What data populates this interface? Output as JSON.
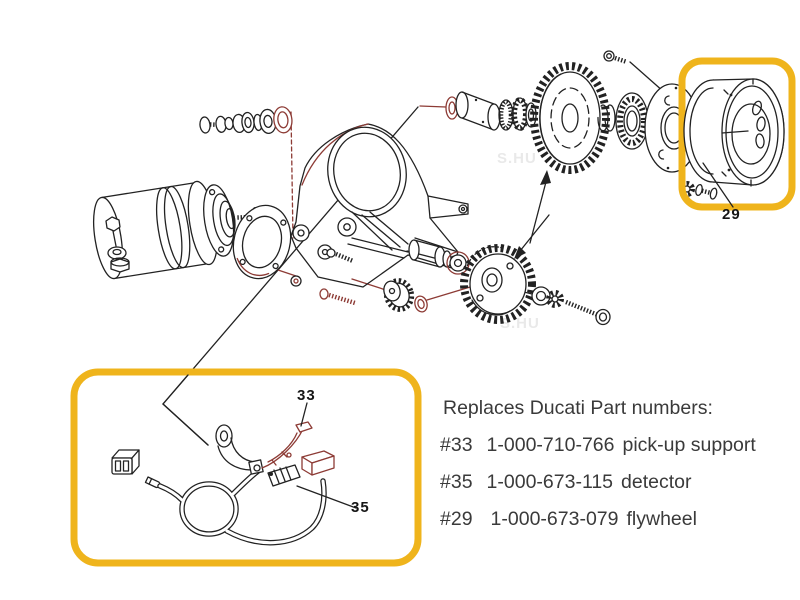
{
  "colors": {
    "highlight_yellow": "#EFB41C",
    "line_black": "#222222",
    "accent_red": "#8D3B35",
    "note_text": "#3A3A3A",
    "background": "#FFFFFF"
  },
  "watermark": {
    "text": "S.HU"
  },
  "callouts": {
    "flywheel": "29",
    "pickup_support": "33",
    "detector": "35"
  },
  "note": {
    "title": "Replaces Ducati Part numbers:",
    "items": [
      {
        "ref": "#33",
        "number": "1-000-710-766",
        "name": "pick-up support"
      },
      {
        "ref": "#35",
        "number": "1-000-673-115",
        "name": "detector"
      },
      {
        "ref": "#29",
        "number": "1-000-673-079",
        "name": "flywheel"
      }
    ]
  },
  "diagram_parts": [
    "starter-motor",
    "washer-stack",
    "gasket-ring",
    "engine-cover",
    "camshaft",
    "timing-gear",
    "bearing",
    "flange-plate",
    "flywheel",
    "timing-sprocket",
    "pinion-gear",
    "mounting-bolts",
    "pickup-support",
    "detector",
    "wiring-loom",
    "connector-block"
  ]
}
